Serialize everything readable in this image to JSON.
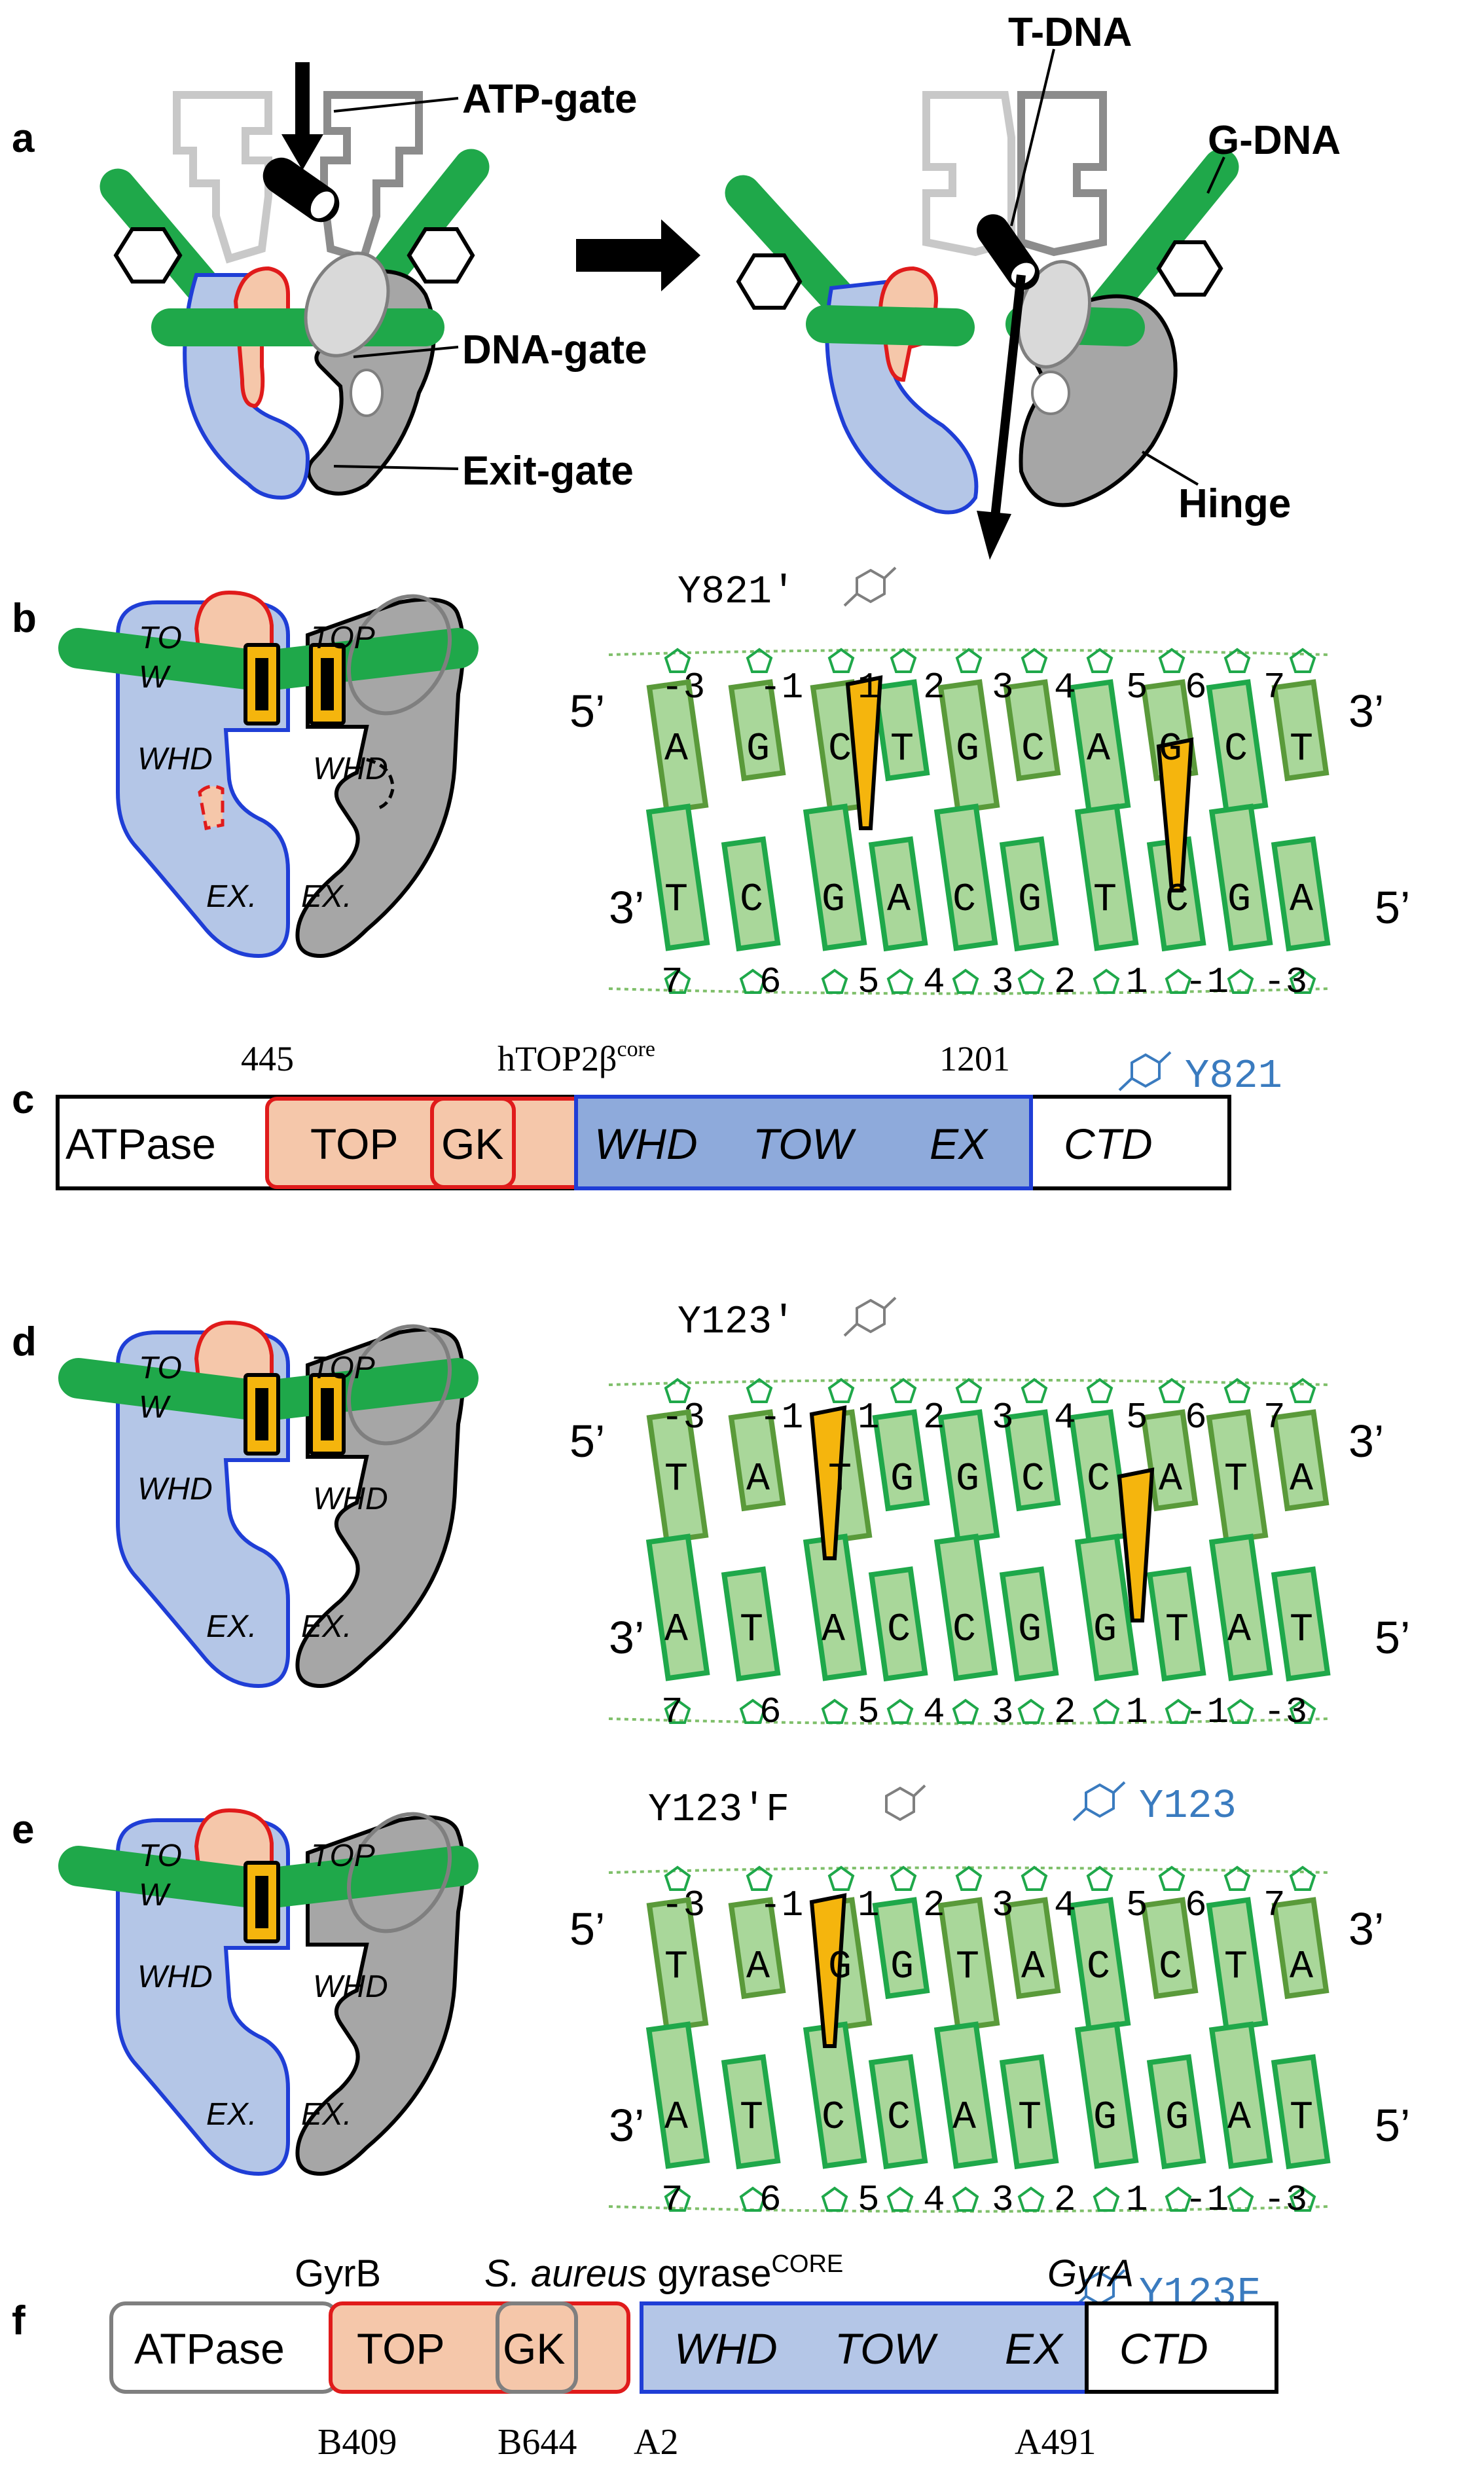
{
  "panel_letters": {
    "a": "a",
    "b": "b",
    "c": "c",
    "d": "d",
    "e": "e",
    "f": "f"
  },
  "panel_a": {
    "atp_gate": "ATP-gate",
    "dna_gate": "DNA-gate",
    "exit_gate": "Exit-gate",
    "t_dna": "T-DNA",
    "g_dna": "G-DNA",
    "hinge": "Hinge"
  },
  "cartoon_labels": {
    "tow_1": "TO",
    "tow_2": "W",
    "top": "TOP",
    "whd": "WHD",
    "ex": "EX."
  },
  "end_labels": {
    "five": "5’",
    "three": "3’"
  },
  "panel_b": {
    "tyr_top": "Y821′",
    "tyr_bottom": "Y821",
    "top_nums": [
      "-3",
      "-1",
      "1",
      "2",
      "3",
      "4",
      "5",
      "6",
      "7"
    ],
    "top_seq": [
      "A",
      "G",
      "C",
      "T",
      "G",
      "C",
      "A",
      "G",
      "C",
      "T"
    ],
    "bot_seq": [
      "T",
      "C",
      "G",
      "A",
      "C",
      "G",
      "T",
      "C",
      "G",
      "A"
    ],
    "bot_nums": [
      "7",
      "6",
      "5",
      "4",
      "3",
      "2",
      "1",
      "-1",
      "-3"
    ]
  },
  "panel_c": {
    "start": "445",
    "name": "hTOP2β",
    "name_sup": "core",
    "end": "1201",
    "domains": {
      "atpase": "ATPase",
      "top": "TOP",
      "gk": "GK",
      "whd": "WHD",
      "tow": "TOW",
      "ex": "EX",
      "ctd": "CTD"
    }
  },
  "panel_d": {
    "tyr_top": "Y123′",
    "tyr_bottom": "Y123",
    "top_nums": [
      "-3",
      "-1",
      "1",
      "2",
      "3",
      "4",
      "5",
      "6",
      "7"
    ],
    "top_seq": [
      "T",
      "A",
      "T",
      "G",
      "G",
      "C",
      "C",
      "A",
      "T",
      "A"
    ],
    "bot_seq": [
      "A",
      "T",
      "A",
      "C",
      "C",
      "G",
      "G",
      "T",
      "A",
      "T"
    ],
    "bot_nums": [
      "7",
      "6",
      "5",
      "4",
      "3",
      "2",
      "1",
      "-1",
      "-3"
    ]
  },
  "panel_e": {
    "tyr_top": "Y123′F",
    "tyr_bottom": "Y123F",
    "top_nums": [
      "-3",
      "-1",
      "1",
      "2",
      "3",
      "4",
      "5",
      "6",
      "7"
    ],
    "top_seq": [
      "T",
      "A",
      "G",
      "G",
      "T",
      "A",
      "C",
      "C",
      "T",
      "A"
    ],
    "bot_seq": [
      "A",
      "T",
      "C",
      "C",
      "A",
      "T",
      "G",
      "G",
      "A",
      "T"
    ],
    "bot_nums": [
      "7",
      "6",
      "5",
      "4",
      "3",
      "2",
      "1",
      "-1",
      "-3"
    ]
  },
  "panel_f": {
    "gyrb": "GyrB",
    "species": "S. aureus",
    "gyrase": " gyrase",
    "sup": "CORE",
    "gyra": "GyrA",
    "pos": {
      "b409": "B409",
      "b644": "B644",
      "a2": "A2",
      "a491": "A491"
    },
    "domains": {
      "atpase": "ATPase",
      "top": "TOP",
      "gk": "GK",
      "whd": "WHD",
      "tow": "TOW",
      "ex": "EX",
      "ctd": "CTD"
    }
  },
  "colors": {
    "green": "#1fa84a",
    "light_green": "#a9d79a",
    "green_outline": "#5a9a3a",
    "blue_fill": "#b4c6e7",
    "blue_outline": "#1f3ed6",
    "salmon": "#f5c7aa",
    "red": "#e01b1b",
    "dark_gray": "#a6a6a6",
    "light_gray": "#d9d9d9",
    "orange": "#f5b50d",
    "label_blue": "#3a7bbf",
    "domain_blue": "#8eaadb"
  }
}
